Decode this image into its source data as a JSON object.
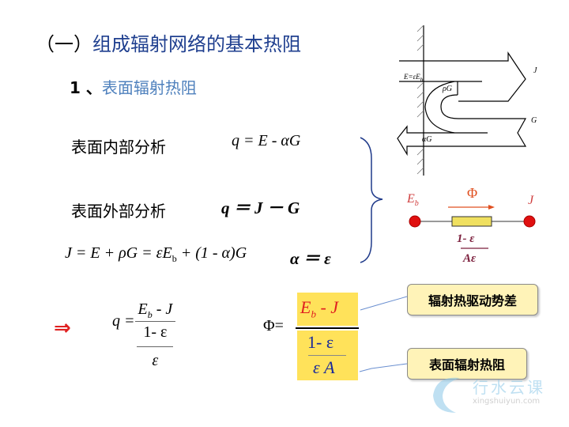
{
  "title": {
    "prefix": "（一）",
    "text": "组成辐射网络的基本热阻"
  },
  "subtitle": {
    "number": "1 、",
    "text": "表面辐射热阻"
  },
  "inner_analysis": {
    "label": "表面内部分析",
    "eq": "q = E - αG"
  },
  "outer_analysis": {
    "label": "表面外部分析",
    "eq": "q ＝ J － G"
  },
  "j_equation": {
    "lhs": "J = E + ρG = εE",
    "sub": "b",
    "rhs": " + (1 - α)G"
  },
  "alpha_eq": "α ＝ ε",
  "diagram": {
    "e_label": "E=εE",
    "e_sub": "b",
    "j_label": "J",
    "g_label": "G",
    "rho_g": "ρG",
    "alpha_g": "αG"
  },
  "circuit": {
    "eb": "E",
    "eb_sub": "b",
    "phi": "Φ",
    "j": "J",
    "res_num": "1- ε",
    "res_den": "Aε"
  },
  "implies": "⇒",
  "q_formula": {
    "lhs": "q =",
    "num": "E",
    "num_sub": "b",
    "num_rest": " - J",
    "den_num": "1- ε",
    "den_den": "ε"
  },
  "phi_formula": {
    "lhs": "Φ=",
    "num": "E",
    "num_sub": "b",
    "num_rest": " - J",
    "den_num": "1- ε",
    "den_den": "ε A"
  },
  "callouts": {
    "potential": "辐射热驱动势差",
    "resistance": "表面辐射热阻"
  },
  "watermark": {
    "cn": "行水云课",
    "url": "xingshuiyun.com"
  },
  "colors": {
    "title": "#1f3f8f",
    "subtitle": "#4f81bd",
    "red": "#e02020",
    "highlight": "#ffe25a",
    "darkred": "#7b1e3c"
  }
}
